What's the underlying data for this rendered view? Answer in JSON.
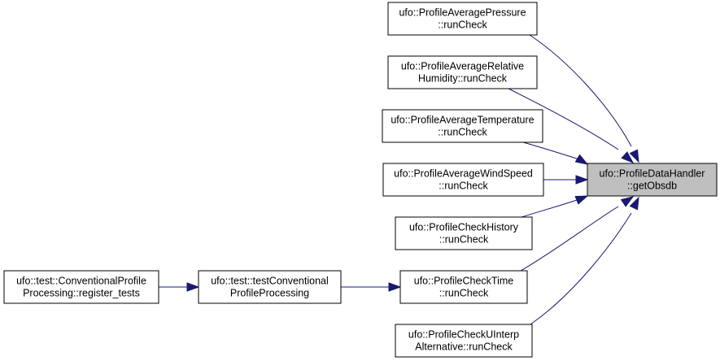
{
  "diagram": {
    "nodes": [
      {
        "id": "target",
        "lines": [
          "ufo::ProfileDataHandler",
          "::getObsdb"
        ],
        "highlighted": true
      },
      {
        "id": "avg_pressure",
        "lines": [
          "ufo::ProfileAveragePressure",
          "::runCheck"
        ]
      },
      {
        "id": "avg_rel_humidity",
        "lines": [
          "ufo::ProfileAverageRelative",
          "Humidity::runCheck"
        ]
      },
      {
        "id": "avg_temperature",
        "lines": [
          "ufo::ProfileAverageTemperature",
          "::runCheck"
        ]
      },
      {
        "id": "avg_wind_speed",
        "lines": [
          "ufo::ProfileAverageWindSpeed",
          "::runCheck"
        ]
      },
      {
        "id": "check_history",
        "lines": [
          "ufo::ProfileCheckHistory",
          "::runCheck"
        ]
      },
      {
        "id": "check_time",
        "lines": [
          "ufo::ProfileCheckTime",
          "::runCheck"
        ]
      },
      {
        "id": "check_uinterp",
        "lines": [
          "ufo::ProfileCheckUInterp",
          "Alternative::runCheck"
        ]
      },
      {
        "id": "test_conventional",
        "lines": [
          "ufo::test::testConventional",
          "ProfileProcessing"
        ]
      },
      {
        "id": "register_tests",
        "lines": [
          "ufo::test::ConventionalProfile",
          "Processing::register_tests"
        ]
      }
    ],
    "edges": [
      {
        "from": "avg_pressure",
        "to": "target"
      },
      {
        "from": "avg_rel_humidity",
        "to": "target"
      },
      {
        "from": "avg_temperature",
        "to": "target"
      },
      {
        "from": "avg_wind_speed",
        "to": "target"
      },
      {
        "from": "check_history",
        "to": "target"
      },
      {
        "from": "check_time",
        "to": "target"
      },
      {
        "from": "check_uinterp",
        "to": "target"
      },
      {
        "from": "test_conventional",
        "to": "check_time"
      },
      {
        "from": "register_tests",
        "to": "test_conventional"
      }
    ],
    "colors": {
      "edge": "#191970",
      "node_border": "#000000",
      "node_fill": "#ffffff",
      "highlight_fill": "#bfbfbf"
    }
  }
}
